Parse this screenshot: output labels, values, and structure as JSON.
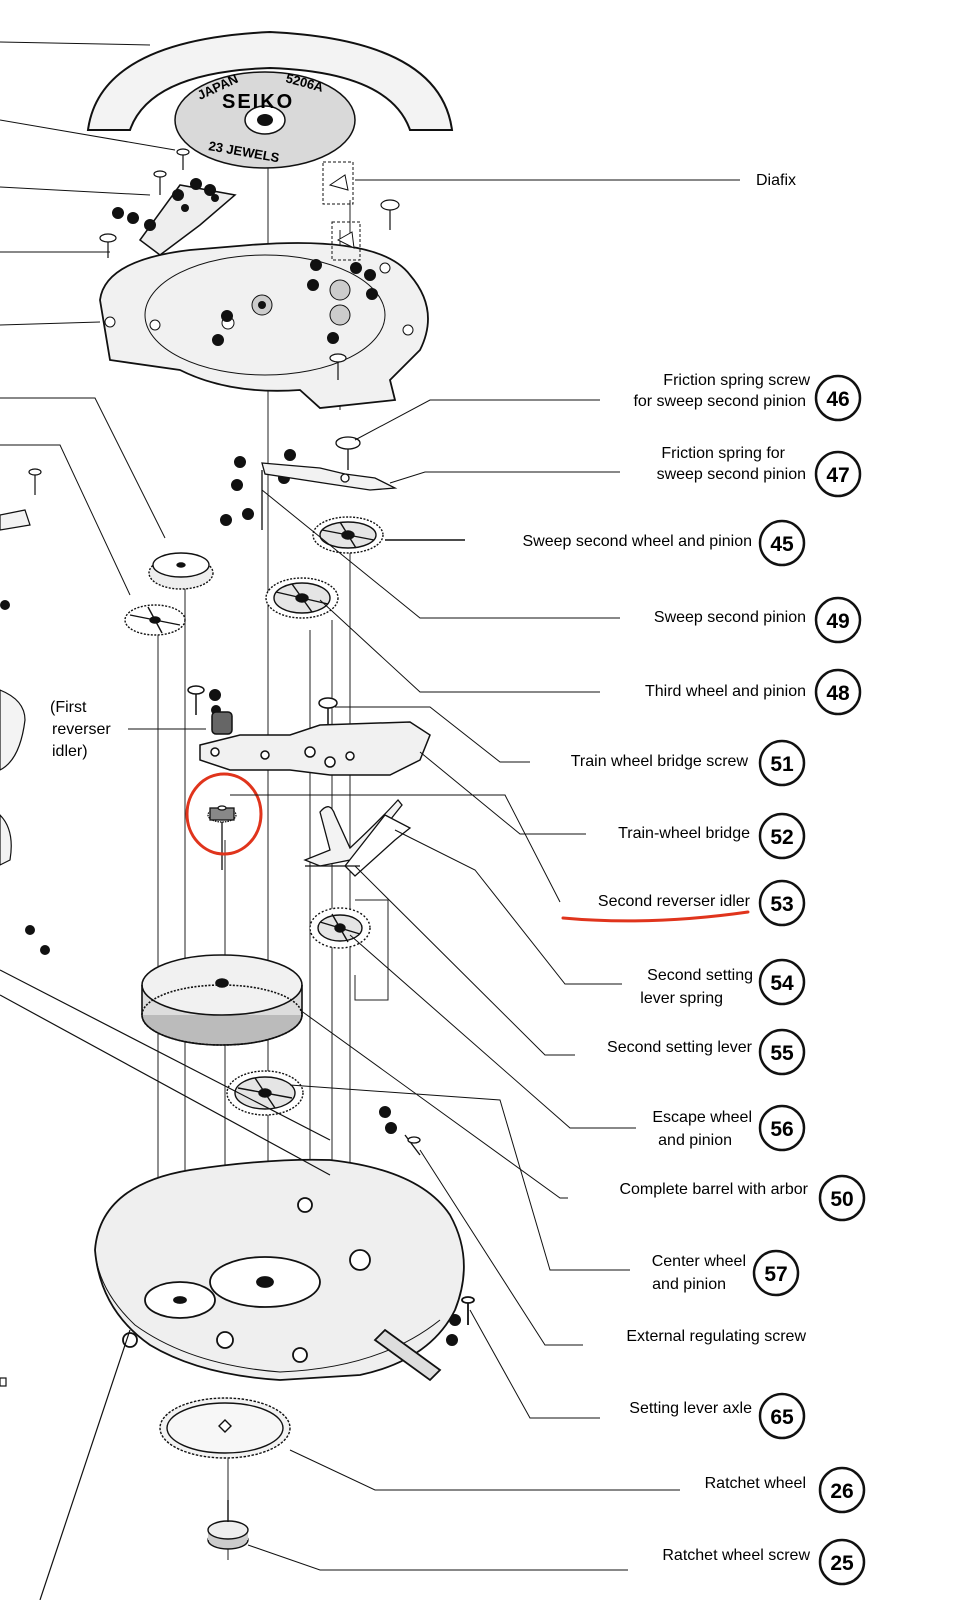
{
  "rotor": {
    "text_japan": "JAPAN",
    "text_caliber": "5206A",
    "text_brand": "SEIKO",
    "text_jewels": "23 JEWELS"
  },
  "labels": {
    "diafix": "Diafix",
    "first_reverser_idler": [
      "(First",
      "reverser",
      "idler)"
    ]
  },
  "parts": [
    {
      "id": "friction_spring_screw",
      "lines": [
        "Friction spring screw",
        "for sweep second pinion"
      ],
      "number": "46"
    },
    {
      "id": "friction_spring",
      "lines": [
        "Friction spring for",
        "sweep second pinion"
      ],
      "number": "47"
    },
    {
      "id": "sweep_second_wheel",
      "lines": [
        "Sweep second wheel and pinion"
      ],
      "number": "45"
    },
    {
      "id": "sweep_second_pinion",
      "lines": [
        "Sweep second pinion"
      ],
      "number": "49"
    },
    {
      "id": "third_wheel",
      "lines": [
        "Third wheel and pinion"
      ],
      "number": "48"
    },
    {
      "id": "train_wheel_bridge_screw",
      "lines": [
        "Train wheel bridge screw"
      ],
      "number": "51"
    },
    {
      "id": "train_wheel_bridge",
      "lines": [
        "Train-wheel bridge"
      ],
      "number": "52"
    },
    {
      "id": "second_reverser_idler",
      "lines": [
        "Second reverser idler"
      ],
      "number": "53"
    },
    {
      "id": "second_setting_lever_spring",
      "lines": [
        "Second setting",
        "lever spring"
      ],
      "number": "54"
    },
    {
      "id": "second_setting_lever",
      "lines": [
        "Second setting lever"
      ],
      "number": "55"
    },
    {
      "id": "escape_wheel",
      "lines": [
        "Escape wheel",
        "and pinion"
      ],
      "number": "56"
    },
    {
      "id": "complete_barrel",
      "lines": [
        "Complete barrel with arbor"
      ],
      "number": "50"
    },
    {
      "id": "center_wheel",
      "lines": [
        "Center wheel",
        "and pinion"
      ],
      "number": "57"
    },
    {
      "id": "external_regulating_screw",
      "lines": [
        "External regulating screw"
      ],
      "number": ""
    },
    {
      "id": "setting_lever_axle",
      "lines": [
        "Setting lever axle"
      ],
      "number": "65"
    },
    {
      "id": "ratchet_wheel",
      "lines": [
        "Ratchet wheel"
      ],
      "number": "26"
    },
    {
      "id": "ratchet_wheel_screw",
      "lines": [
        "Ratchet wheel screw"
      ],
      "number": "25"
    }
  ],
  "highlight": {
    "color": "#e0341c"
  }
}
